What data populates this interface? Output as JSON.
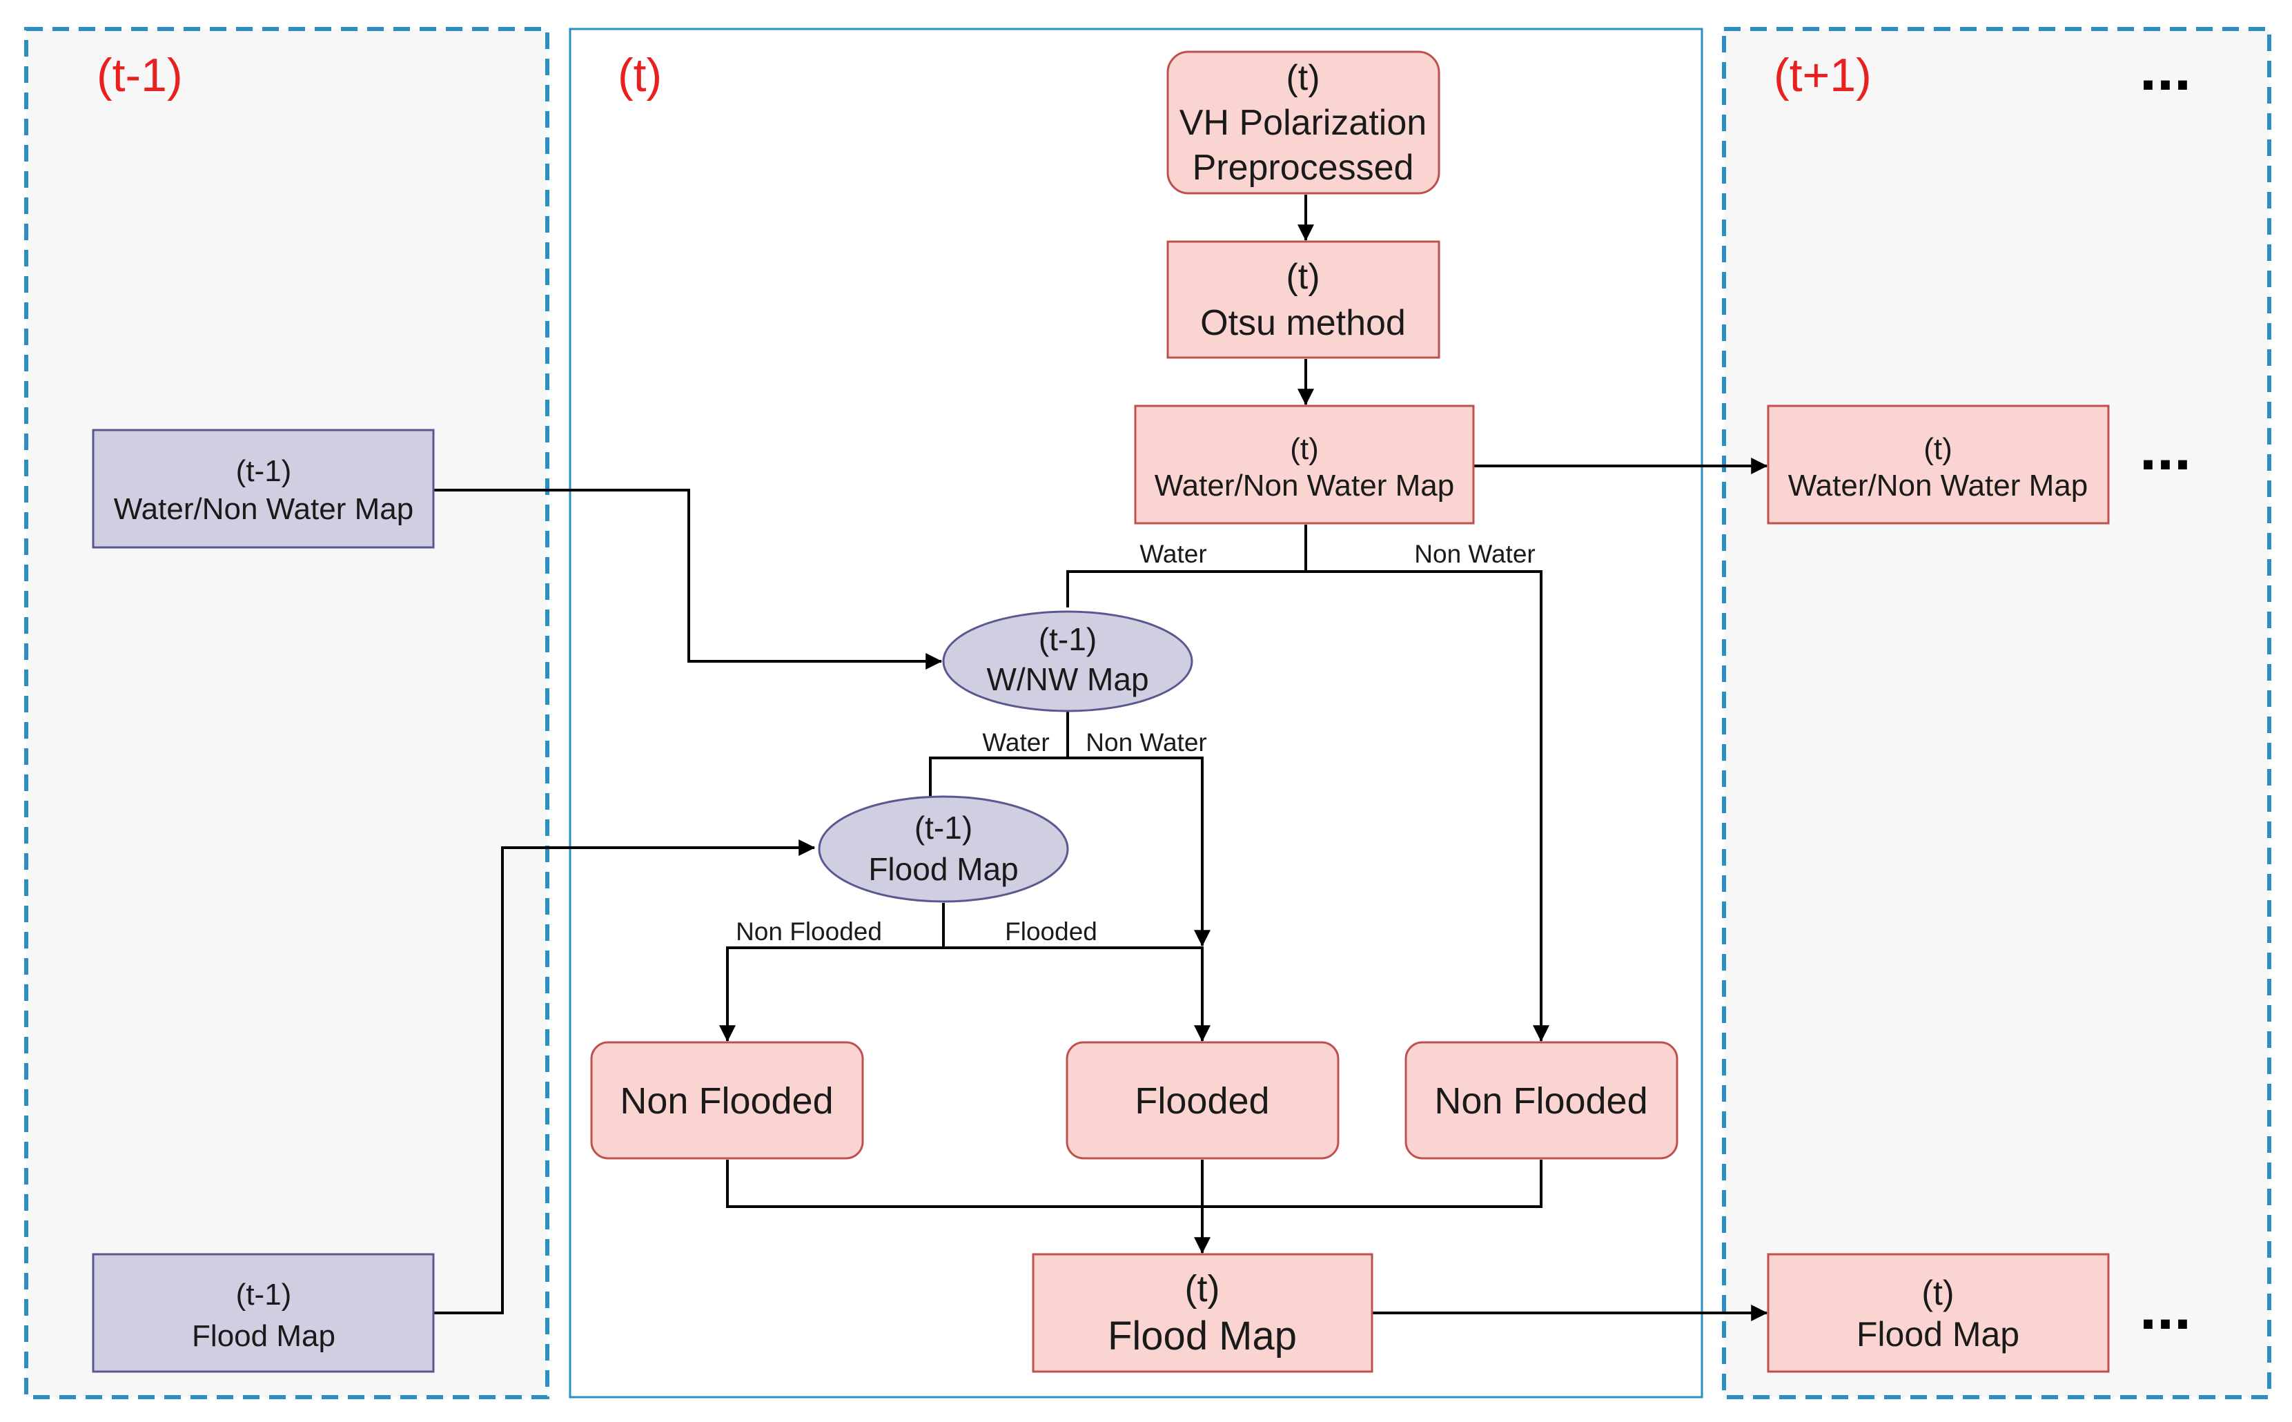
{
  "colors": {
    "panel_border": "#2b8fc4",
    "panel_bg": "#f7f7f7",
    "center_bg": "#ffffff",
    "red_fill": "#f9d4d1",
    "red_stroke": "#c0504d",
    "purple_fill": "#d0cfe2",
    "purple_stroke": "#5a5890",
    "title": "#e82020"
  },
  "panels": {
    "left_title": "(t-1)",
    "center_title": "(t)",
    "right_title": "(t+1)",
    "ellipsis": "..."
  },
  "nodes": {
    "vh": {
      "line1": "(t)",
      "line2": "VH Polarization",
      "line3": "Preprocessed"
    },
    "otsu": {
      "line1": "(t)",
      "line2": "Otsu method"
    },
    "wnw_t": {
      "line1": "(t)",
      "line2": "Water/Non Water Map"
    },
    "wnw_prev": {
      "line1": "(t-1)",
      "line2": "Water/Non Water Map"
    },
    "flood_prev": {
      "line1": "(t-1)",
      "line2": "Flood Map"
    },
    "wnw_ellipse": {
      "line1": "(t-1)",
      "line2": "W/NW Map"
    },
    "flood_ellipse": {
      "line1": "(t-1)",
      "line2": "Flood Map"
    },
    "nonflooded_left": {
      "label": "Non Flooded"
    },
    "flooded": {
      "label": "Flooded"
    },
    "nonflooded_right": {
      "label": "Non Flooded"
    },
    "floodmap_t": {
      "line1": "(t)",
      "line2": "Flood Map"
    },
    "wnw_next": {
      "line1": "(t)",
      "line2": "Water/Non Water Map"
    },
    "flood_next": {
      "line1": "(t)",
      "line2": "Flood Map"
    }
  },
  "edge_labels": {
    "water_1": "Water",
    "nonwater_1": "Non Water",
    "water_2": "Water",
    "nonwater_2": "Non Water",
    "nonflooded": "Non Flooded",
    "flooded": "Flooded"
  }
}
